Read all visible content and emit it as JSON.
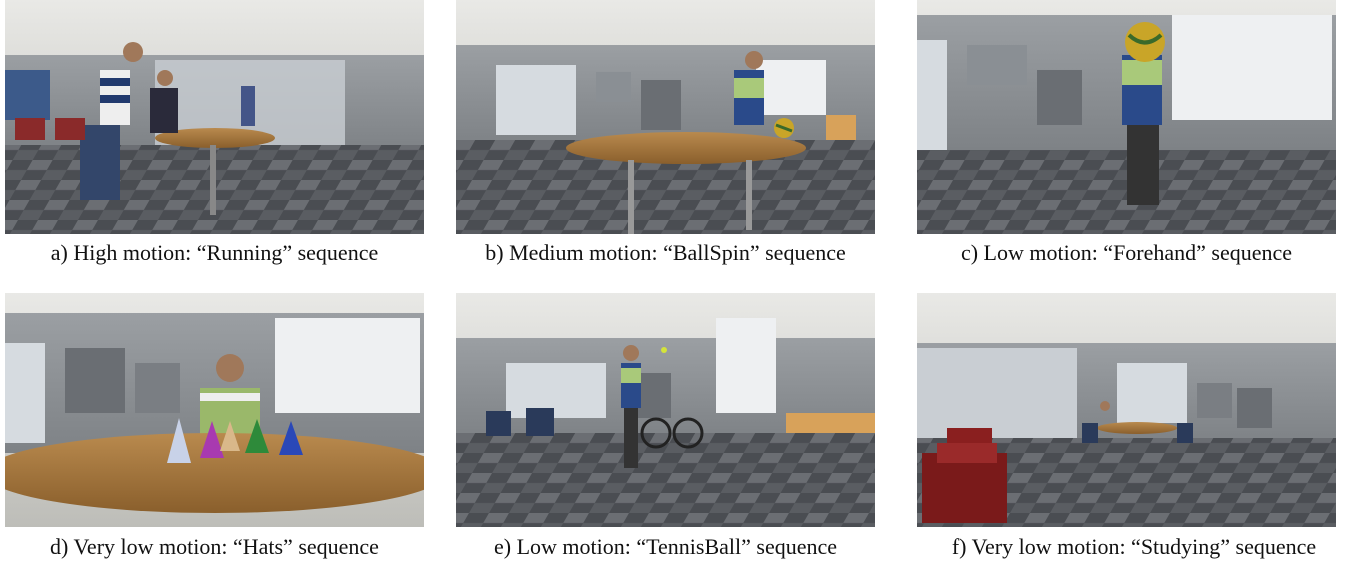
{
  "panels": [
    {
      "caption": "a) High motion: “Running” sequence"
    },
    {
      "caption": "b) Medium motion: “BallSpin” sequence"
    },
    {
      "caption": "c) Low motion: “Forehand” sequence"
    },
    {
      "caption": "d) Very low motion: “Hats” sequence"
    },
    {
      "caption": "e) Low motion: “TennisBall” sequence"
    },
    {
      "caption": "f) Very low motion: “Studying” sequence"
    }
  ]
}
